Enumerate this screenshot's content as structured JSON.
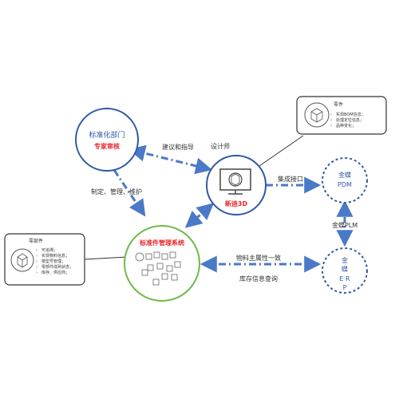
{
  "nodes": {
    "standardization": {
      "title": "标准化部门",
      "subtitle": "专家审核"
    },
    "designer": {
      "title": "设计师",
      "product": "新迪3D"
    },
    "system": {
      "title": "标准件管理系统"
    },
    "pdm": {
      "line1": "金蝶",
      "line2": "PDM"
    },
    "erp": {
      "line1": "金",
      "line2": "蝶",
      "line3": "E R",
      "line4": "P"
    }
  },
  "edges": {
    "suggest": "建议和指导",
    "make": "制定、管理、维护",
    "integrate": "集成接口",
    "kingdee_plm": "金蝶PLM",
    "material": "物料主属性一致",
    "inventory": "库存信息查询"
  },
  "callouts": {
    "part": {
      "title": "零件",
      "items": [
        "实现BOM信息；",
        "处理定位信息；",
        "品种变化；"
      ]
    },
    "component": {
      "title": "零部件",
      "items": [
        "可追溯；",
        "实现物料信息；",
        "按型号管理；",
        "零部件成熟状态；",
        "库存、供应商；"
      ]
    }
  },
  "colors": {
    "blue_circle": "#2f58a8",
    "green_circle": "#6fba4a",
    "arrow_blue": "#4a79c7",
    "red": "#e8262a"
  }
}
